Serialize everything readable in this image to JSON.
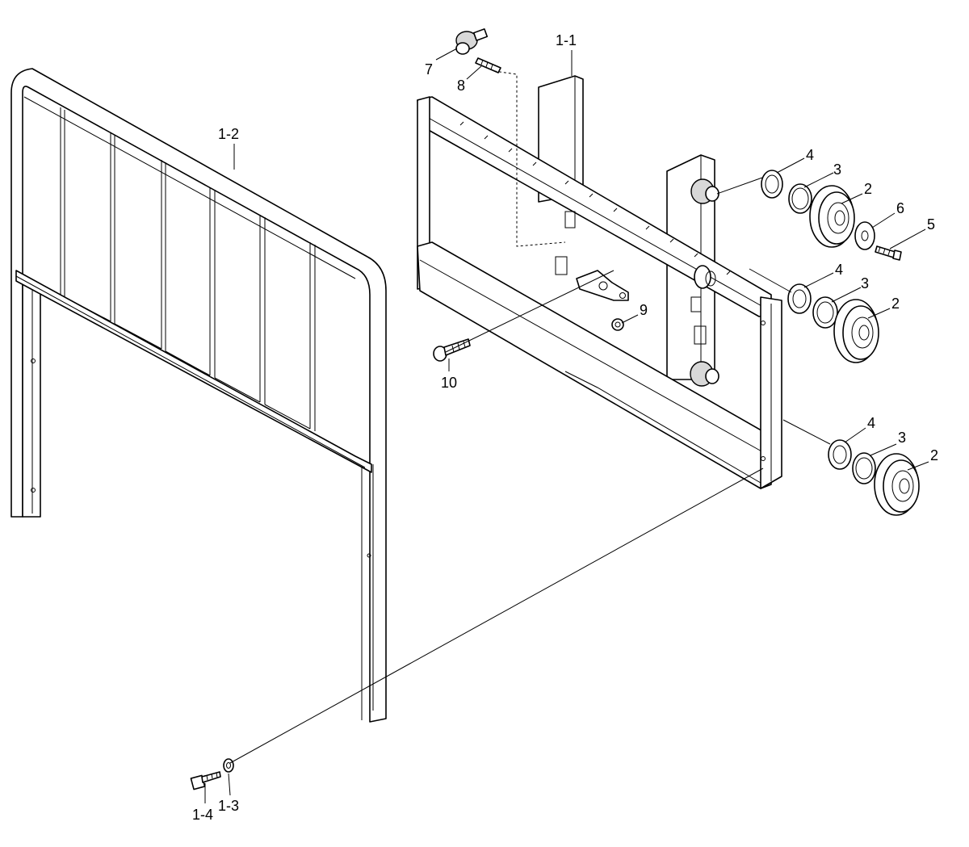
{
  "callouts": [
    {
      "id": "c1-1",
      "text": "1-1"
    },
    {
      "id": "c1-2",
      "text": "1-2"
    },
    {
      "id": "c1-3",
      "text": "1-3"
    },
    {
      "id": "c1-4",
      "text": "1-4"
    },
    {
      "id": "c2a",
      "text": "2"
    },
    {
      "id": "c2b",
      "text": "2"
    },
    {
      "id": "c2c",
      "text": "2"
    },
    {
      "id": "c3a",
      "text": "3"
    },
    {
      "id": "c3b",
      "text": "3"
    },
    {
      "id": "c3c",
      "text": "3"
    },
    {
      "id": "c4a",
      "text": "4"
    },
    {
      "id": "c4b",
      "text": "4"
    },
    {
      "id": "c4c",
      "text": "4"
    },
    {
      "id": "c5",
      "text": "5"
    },
    {
      "id": "c6",
      "text": "6"
    },
    {
      "id": "c7",
      "text": "7"
    },
    {
      "id": "c8",
      "text": "8"
    },
    {
      "id": "c9",
      "text": "9"
    },
    {
      "id": "c10",
      "text": "10"
    }
  ]
}
